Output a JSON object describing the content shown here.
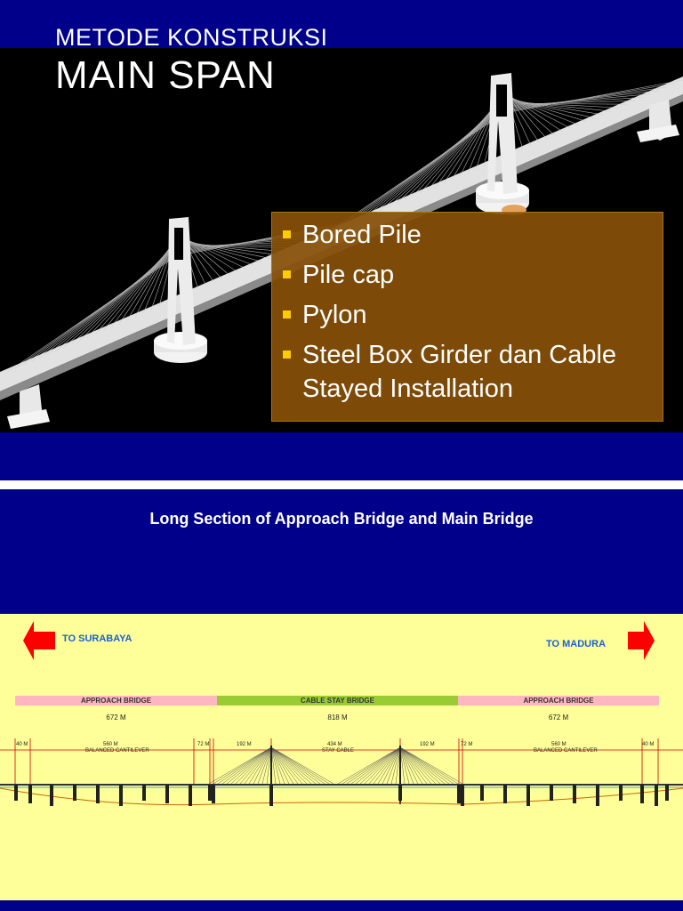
{
  "slide1": {
    "title_small": "METODE KONSTRUKSI",
    "title_big": "MAIN SPAN",
    "bullets": [
      "Bored Pile",
      "Pile cap",
      "Pylon",
      "Steel Box Girder dan Cable Stayed Installation"
    ],
    "colors": {
      "band": "#00008b",
      "background": "#000000",
      "box": "#875008",
      "bullet": "#ffcc00"
    }
  },
  "slide2": {
    "title": "Long Section of Approach Bridge and Main Bridge",
    "left_arrow_label": "TO SURABAYA",
    "right_arrow_label": "TO MADURA",
    "segments": [
      {
        "label": "APPROACH BRIDGE",
        "length": "672 M",
        "color": "#ffb6c1"
      },
      {
        "label": "CABLE STAY BRIDGE",
        "length": "818 M",
        "color": "#99cc33"
      },
      {
        "label": "APPROACH BRIDGE",
        "length": "672 M",
        "color": "#ffb6c1"
      }
    ],
    "dims": {
      "d1": "40 M",
      "d2": "560 M",
      "d2b": "BALANCED CANTILEVER",
      "d3": "72 M",
      "d4": "192 M",
      "d5": "434 M",
      "d5b": "STAY CABLE",
      "d6": "192 M",
      "d7": "72 M",
      "d8": "560 M",
      "d8b": "BALANCED CANTILEVER",
      "d9": "40 M"
    },
    "colors": {
      "band": "#00008b",
      "diagram_bg": "#ffff99",
      "arrow": "#ff0000",
      "arrow_text": "#1a5fd6"
    }
  }
}
